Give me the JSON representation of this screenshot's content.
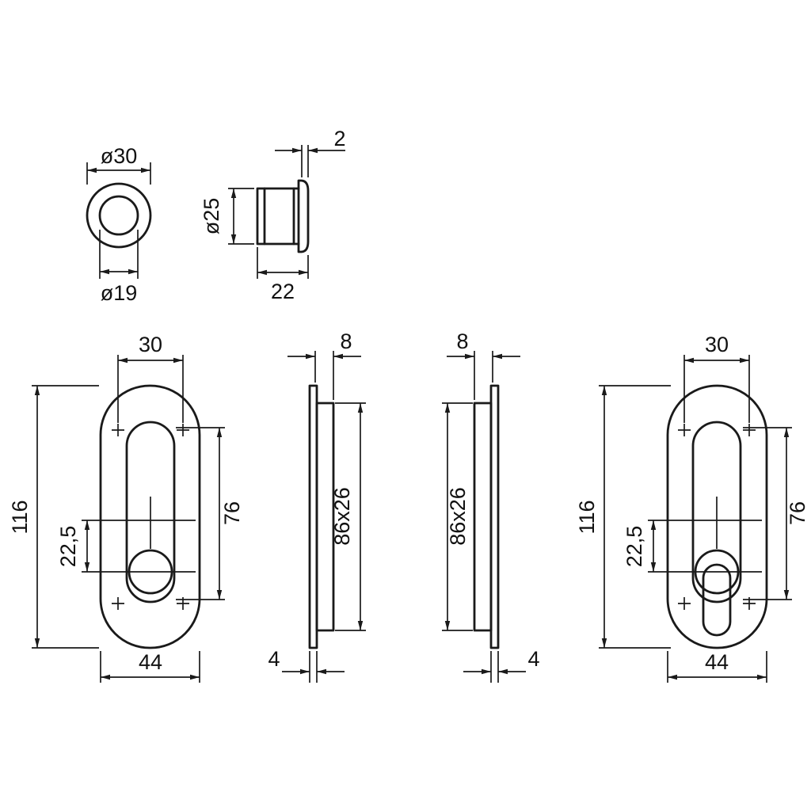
{
  "page": {
    "background": "#ffffff",
    "line_color": "#1a1a1a"
  },
  "dims": {
    "ring": {
      "outer": "ø30",
      "inner": "ø19"
    },
    "cylinder": {
      "lip": "2",
      "diameter": "ø25",
      "length": "22"
    },
    "plate_left": {
      "screw_spacing": "30",
      "height": "116",
      "offset": "22,5",
      "recess_height": "76",
      "width": "44"
    },
    "profile_left": {
      "depth": "8",
      "cutout": "86x26",
      "lip": "4"
    },
    "profile_right": {
      "depth": "8",
      "cutout": "86x26",
      "lip": "4"
    },
    "plate_right": {
      "screw_spacing": "30",
      "height": "116",
      "offset": "22,5",
      "recess_height": "76",
      "width": "44"
    }
  }
}
